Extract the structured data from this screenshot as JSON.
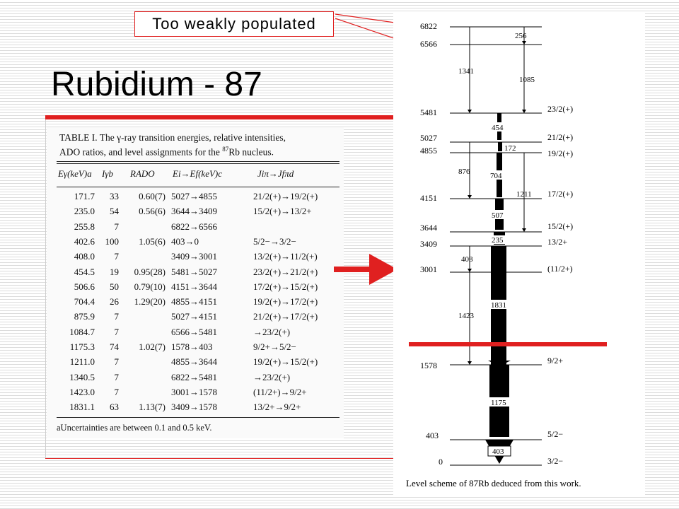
{
  "slide": {
    "title": "Rubidium - 87",
    "callout": "Too weakly populated"
  },
  "table": {
    "caption_line1": "TABLE I. The γ-ray transition energies, relative intensities,",
    "caption_line2": "ADO ratios, and level assignments for the",
    "caption_sup": "87",
    "caption_tail": "Rb nucleus.",
    "headers": [
      "Eγ(keV)a",
      "Iγb",
      "RADO",
      "Ei→Ef(keV)c",
      "Jiπ→Jfπd"
    ],
    "rows": [
      [
        "171.7",
        "33",
        "0.60(7)",
        "5027→4855",
        "21/2(+)→19/2(+)"
      ],
      [
        "235.0",
        "54",
        "0.56(6)",
        "3644→3409",
        "15/2(+)→13/2+"
      ],
      [
        "255.8",
        "7",
        "",
        "6822→6566",
        ""
      ],
      [
        "402.6",
        "100",
        "1.05(6)",
        "403→0",
        "5/2−→3/2−"
      ],
      [
        "408.0",
        "7",
        "",
        "3409→3001",
        "13/2(+)→11/2(+)"
      ],
      [
        "454.5",
        "19",
        "0.95(28)",
        "5481→5027",
        "23/2(+)→21/2(+)"
      ],
      [
        "506.6",
        "50",
        "0.79(10)",
        "4151→3644",
        "17/2(+)→15/2(+)"
      ],
      [
        "704.4",
        "26",
        "1.29(20)",
        "4855→4151",
        "19/2(+)→17/2(+)"
      ],
      [
        "875.9",
        "7",
        "",
        "5027→4151",
        "21/2(+)→17/2(+)"
      ],
      [
        "1084.7",
        "7",
        "",
        "6566→5481",
        "→23/2(+)"
      ],
      [
        "1175.3",
        "74",
        "1.02(7)",
        "1578→403",
        "9/2+→5/2−"
      ],
      [
        "1211.0",
        "7",
        "",
        "4855→3644",
        "19/2(+)→15/2(+)"
      ],
      [
        "1340.5",
        "7",
        "",
        "6822→5481",
        "→23/2(+)"
      ],
      [
        "1423.0",
        "7",
        "",
        "3001→1578",
        "(11/2+)→9/2+"
      ],
      [
        "1831.1",
        "63",
        "1.13(7)",
        "3409→1578",
        "13/2+→9/2+"
      ]
    ],
    "footnote": "aUncertainties are between 0.1 and 0.5 keV."
  },
  "scheme": {
    "levels": [
      {
        "energy": "6822",
        "spin": ""
      },
      {
        "energy": "6566",
        "spin": ""
      },
      {
        "energy": "5481",
        "spin": "23/2(+)"
      },
      {
        "energy": "5027",
        "spin": "21/2(+)"
      },
      {
        "energy": "4855",
        "spin": "19/2(+)"
      },
      {
        "energy": "4151",
        "spin": "17/2(+)"
      },
      {
        "energy": "3644",
        "spin": "15/2(+)"
      },
      {
        "energy": "3409",
        "spin": "13/2+"
      },
      {
        "energy": "3001",
        "spin": "(11/2+)"
      },
      {
        "energy": "1578",
        "spin": "9/2+"
      },
      {
        "energy": "403",
        "spin": "5/2−"
      },
      {
        "energy": "0",
        "spin": "3/2−"
      }
    ],
    "transitions": [
      "256",
      "1341",
      "1085",
      "454",
      "172",
      "876",
      "704",
      "1211",
      "507",
      "235",
      "408",
      "1831",
      "1423",
      "1175",
      "403"
    ],
    "caption": "Level scheme of 87Rb deduced from this work."
  },
  "colors": {
    "accent": "#e02020"
  }
}
